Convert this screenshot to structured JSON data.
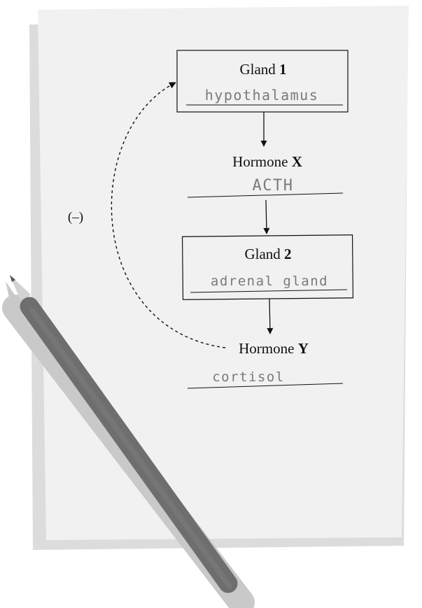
{
  "diagram": {
    "feedback_sign": "(–)",
    "gland1": {
      "label_prefix": "Gland ",
      "label_number": "1",
      "answer": "hypothalamus"
    },
    "hormoneX": {
      "label_prefix": "Hormone ",
      "label_letter": "X",
      "answer": "ACTH"
    },
    "gland2": {
      "label_prefix": "Gland ",
      "label_number": "2",
      "answer": "adrenal gland"
    },
    "hormoneY": {
      "label_prefix": "Hormone ",
      "label_letter": "Y",
      "answer": "cortisol"
    }
  },
  "colors": {
    "paper": "#f1f1f1",
    "paper_back": "#dcdcdc",
    "pencil_body": "#6e6e6e",
    "pencil_shadow": "#c9c9c9",
    "handwriting": "#7a7a7a",
    "ink": "#111111"
  },
  "icons": {
    "pencil": "pencil-icon"
  }
}
